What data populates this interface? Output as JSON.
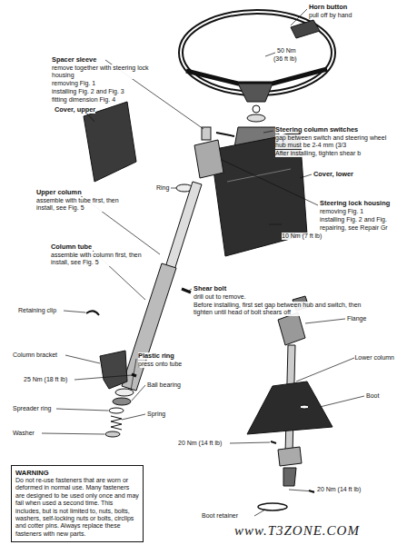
{
  "diagram": {
    "nodes": [
      {
        "text": [
          "WARNING",
          "Do not re-use fasteners that are worn or deformed in normal use. Many fasteners are designed to be used only once and may fail when used a second time. This includes, but is not limited to, nuts, bolts, washers, self-locking nuts or bolts, circlips and cotter pins. Always replace these fasteners with new parts."
        ]
      }
    ],
    "labels": [
      "Horn button",
      "pull off by hand",
      "50 Nm",
      "(36 ft lb)",
      "Spacer sleeve",
      "remove together with steering lock housing",
      "removing Fig. 1",
      "installing Fig. 2 and Fig. 3",
      "fitting dimension Fig. 4",
      "Steering column switches",
      "gap between switch and steering wheel hub must be 2-4 mm (3/3",
      "After installing, tighten shear b",
      "Cover, upper",
      "Cover, lower",
      "Ring",
      "Steering lock housing",
      "removing Fig. 1",
      "installing Fig. 2 and Fig.",
      "repairing, see Repair Gr",
      "Upper column",
      "assemble with tube first, then install, see Fig. 5",
      "10 Nm (7 ft lb)",
      "Column tube",
      "assemble with column first, then install, see Fig. 5",
      "Shear bolt",
      "drill out to remove.",
      "Before installing, first set gap between hub and switch, then tighten until head of bolt shears off",
      "Retaining clip",
      "Column bracket",
      "Plastic ring",
      "press onto tube",
      "25 Nm (18 ft lb)",
      "Ball bearing",
      "Spreader ring",
      "Spring",
      "Washer",
      "Flange",
      "Lower column",
      "Boot",
      "20 Nm (14 ft lb)",
      "20 Nm (14 ft lb)",
      "Boot retainer",
      "www.T3ZONE.COM"
    ]
  }
}
